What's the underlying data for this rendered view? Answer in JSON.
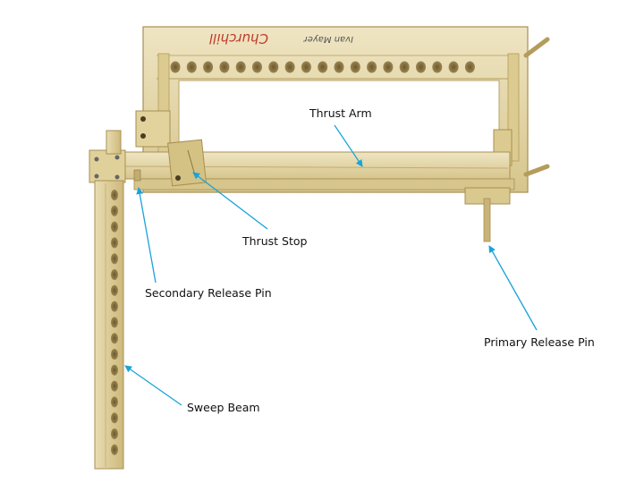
{
  "labels": {
    "thrust_arm": "Thrust Arm",
    "thrust_stop": "Thrust Stop",
    "secondary_release_pin": "Secondary Release Pin",
    "primary_release_pin": "Primary Release Pin",
    "sweep_beam": "Sweep Beam"
  },
  "frame_writing": {
    "churchill": "Churchill",
    "name": "Ivan Mayer"
  },
  "colors": {
    "arrow": "#1aa3d9",
    "wood_light": "#eadfb8",
    "wood_mid": "#d9c98f",
    "wood_dark": "#b59c5c",
    "hole": "#7a6638",
    "handwriting_red": "#c0392b"
  }
}
